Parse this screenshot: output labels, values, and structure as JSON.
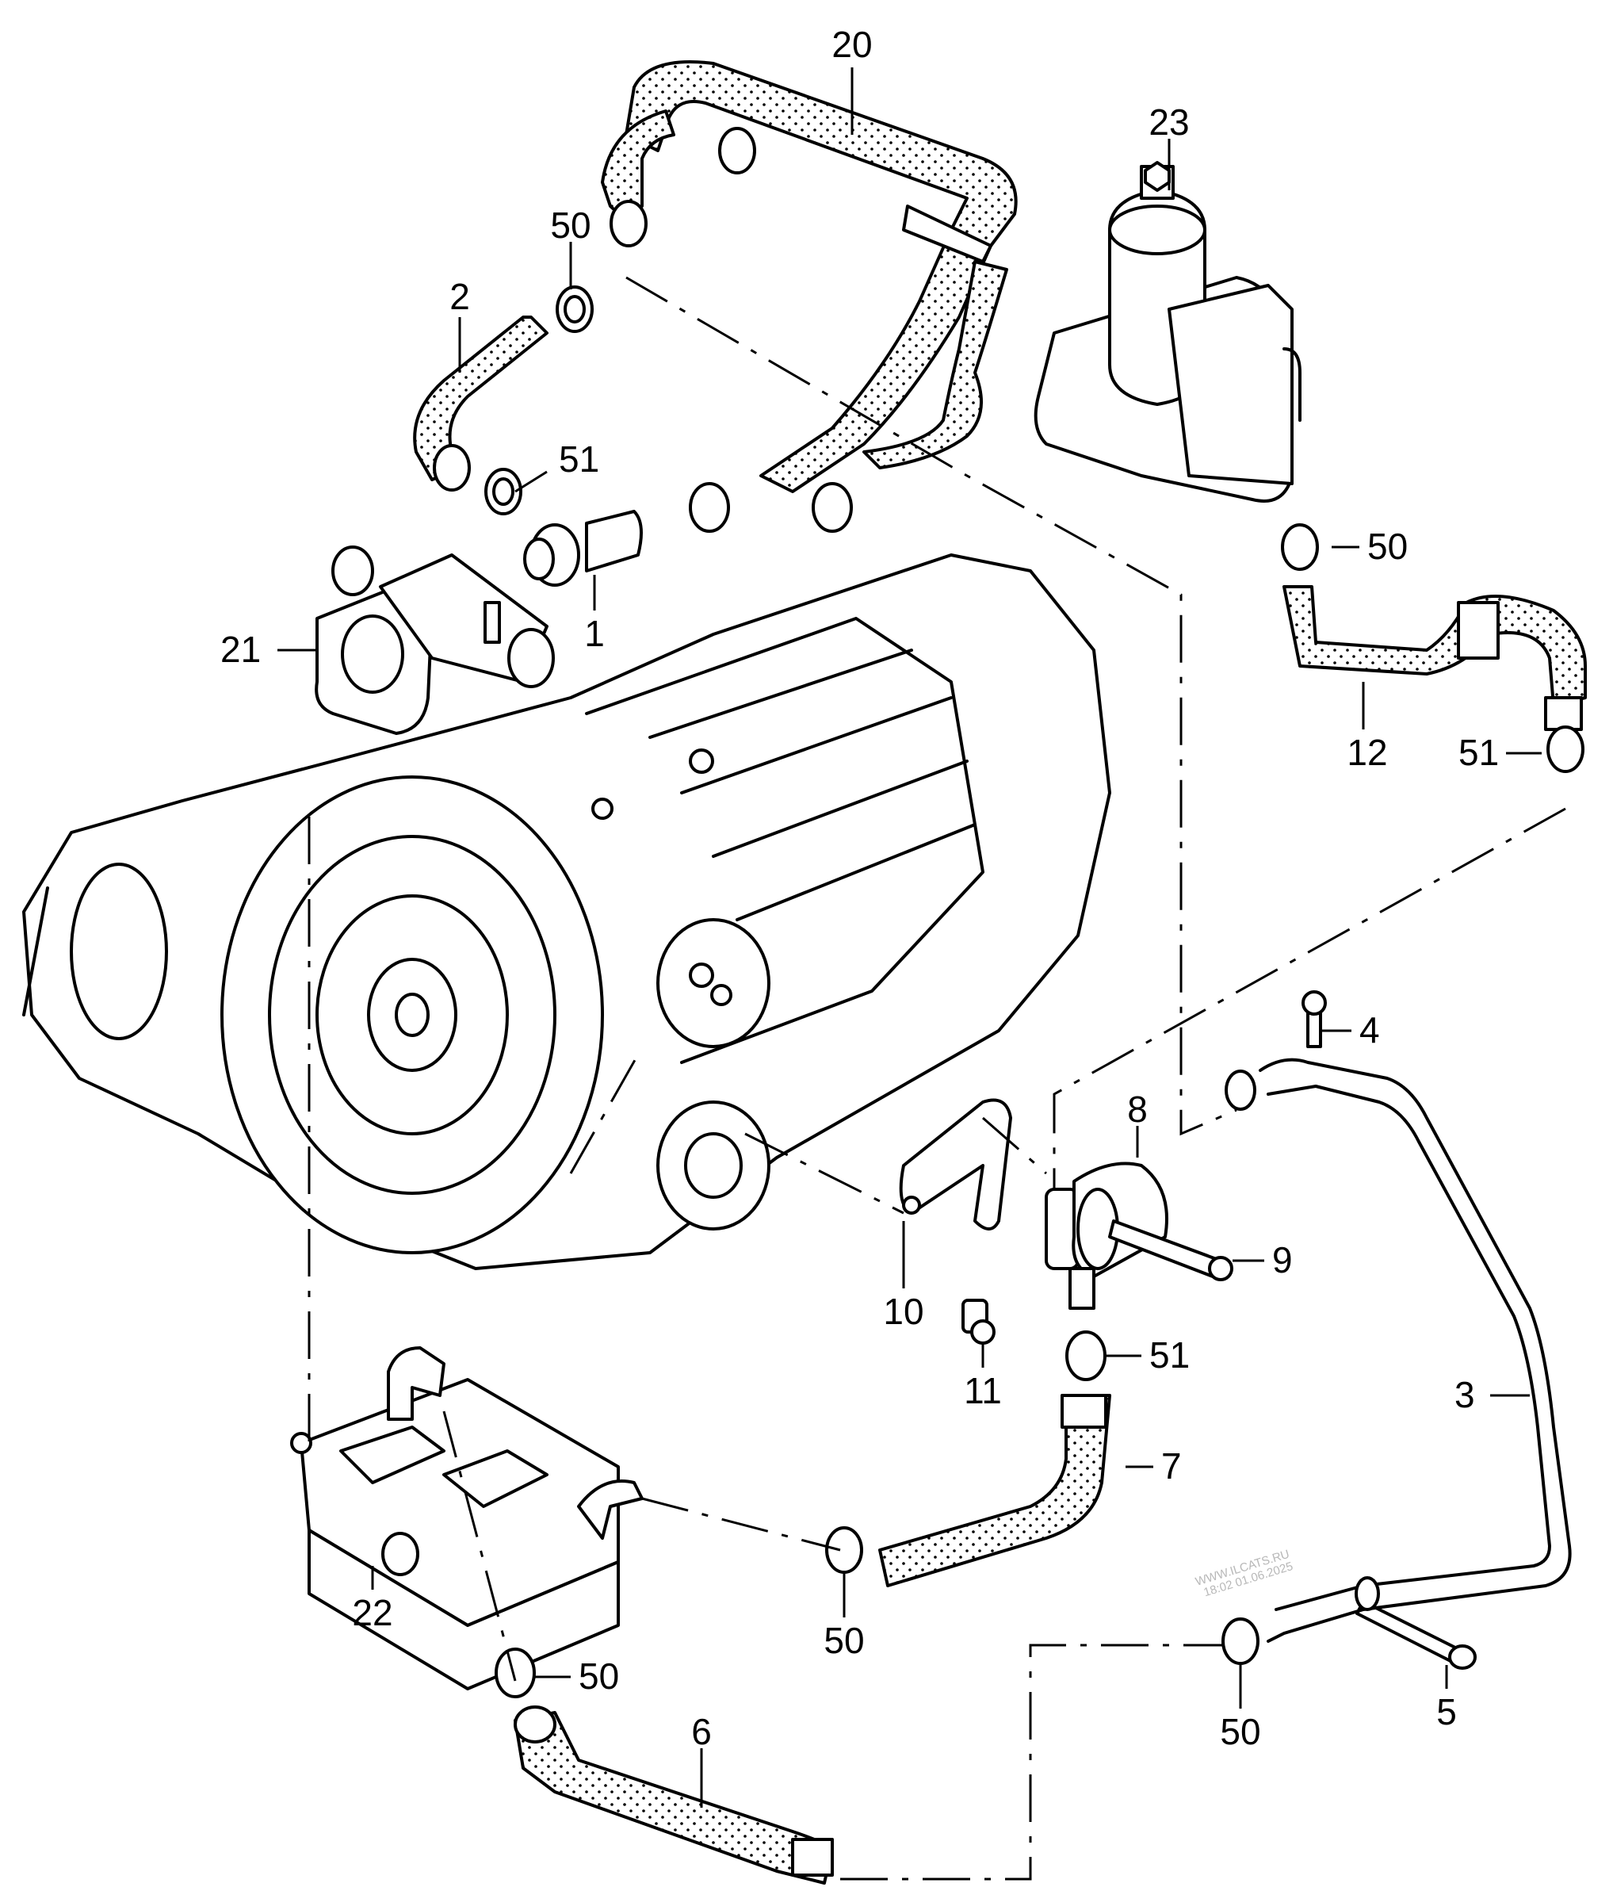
{
  "diagram": {
    "type": "exploded-parts-view",
    "subject": "Automatic transmission with ATF cooler and coolant hoses",
    "callouts": [
      {
        "id": "c1",
        "label": "1"
      },
      {
        "id": "c2",
        "label": "2"
      },
      {
        "id": "c3",
        "label": "3"
      },
      {
        "id": "c4",
        "label": "4"
      },
      {
        "id": "c5",
        "label": "5"
      },
      {
        "id": "c6",
        "label": "6"
      },
      {
        "id": "c7",
        "label": "7"
      },
      {
        "id": "c8",
        "label": "8"
      },
      {
        "id": "c9",
        "label": "9"
      },
      {
        "id": "c10",
        "label": "10"
      },
      {
        "id": "c11",
        "label": "11"
      },
      {
        "id": "c12",
        "label": "12"
      },
      {
        "id": "c20",
        "label": "20"
      },
      {
        "id": "c21",
        "label": "21"
      },
      {
        "id": "c22",
        "label": "22"
      },
      {
        "id": "c23",
        "label": "23"
      },
      {
        "id": "c50a",
        "label": "50"
      },
      {
        "id": "c50b",
        "label": "50"
      },
      {
        "id": "c50c",
        "label": "50"
      },
      {
        "id": "c50d",
        "label": "50"
      },
      {
        "id": "c50e",
        "label": "50"
      },
      {
        "id": "c51a",
        "label": "51"
      },
      {
        "id": "c51b",
        "label": "51"
      },
      {
        "id": "c51c",
        "label": "51"
      }
    ]
  },
  "watermark": {
    "line1": "WWW.ILCATS.RU",
    "line2": "18:02 01.06.2025"
  }
}
